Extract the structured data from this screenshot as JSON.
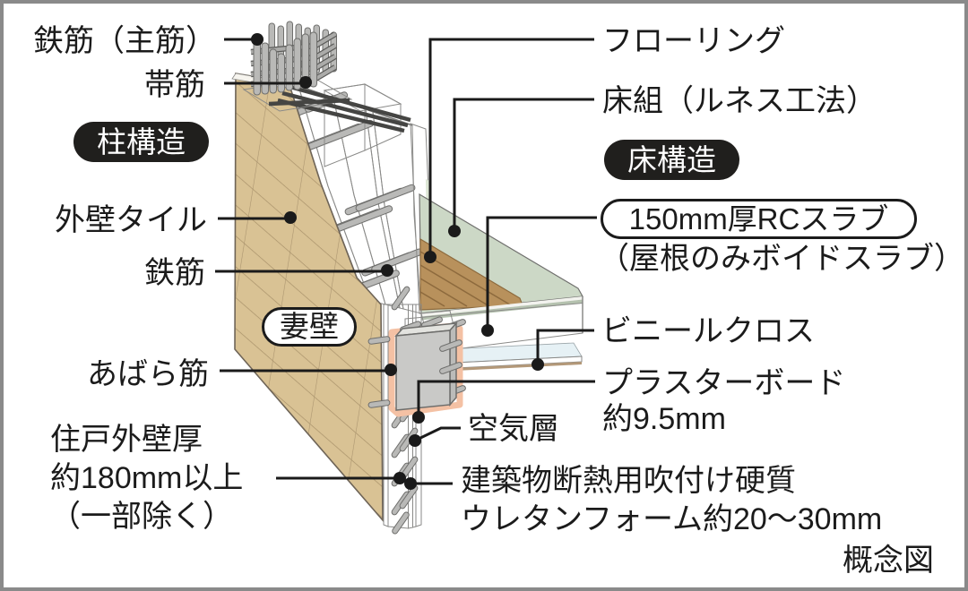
{
  "figure": {
    "caption": "概念図",
    "column_section": {
      "badge": "柱構造",
      "labels": {
        "rebar_main": "鉄筋（主筋）",
        "hoop_bar": "帯筋",
        "exterior_tile": "外壁タイル",
        "rebar": "鉄筋",
        "gable_wall": "妻壁",
        "stirrup": "あばら筋",
        "wall_thickness_line1": "住戸外壁厚",
        "wall_thickness_line2": "約180mm以上",
        "wall_thickness_line3": "（一部除く）"
      }
    },
    "floor_section": {
      "badge": "床構造",
      "labels": {
        "flooring": "フローリング",
        "floor_frame": "床組（ルネス工法）",
        "rc_slab_line1": "150mm厚RCスラブ",
        "rc_slab_line2": "（屋根のみボイドスラブ）",
        "vinyl_cloth": "ビニールクロス",
        "plasterboard_line1": "プラスターボード",
        "plasterboard_line2": "約9.5mm",
        "air_layer": "空気層",
        "insulation_line1": "建築物断熱用吹付け硬質",
        "insulation_line2": "ウレタンフォーム約20〜30mm"
      }
    },
    "colors": {
      "tile": "#d9c294",
      "concrete_cut": "#e9e9e7",
      "insulation_pink": "#d5abb5",
      "board_cream": "#ecd9ad",
      "interior_panel": "#f7eed6",
      "floor_green": "#ccd8c6",
      "flooring_brown": "#b8915c",
      "slab_gray": "#d8d8d4",
      "ceiling_blue": "#e6f1f5",
      "ceiling_brown": "#b39878",
      "concrete_lower": "#d3d3d1",
      "box_gray": "#c9c9c7",
      "highlight_salmon": "#f4c1a4",
      "line_black": "#1a1a1a"
    }
  }
}
